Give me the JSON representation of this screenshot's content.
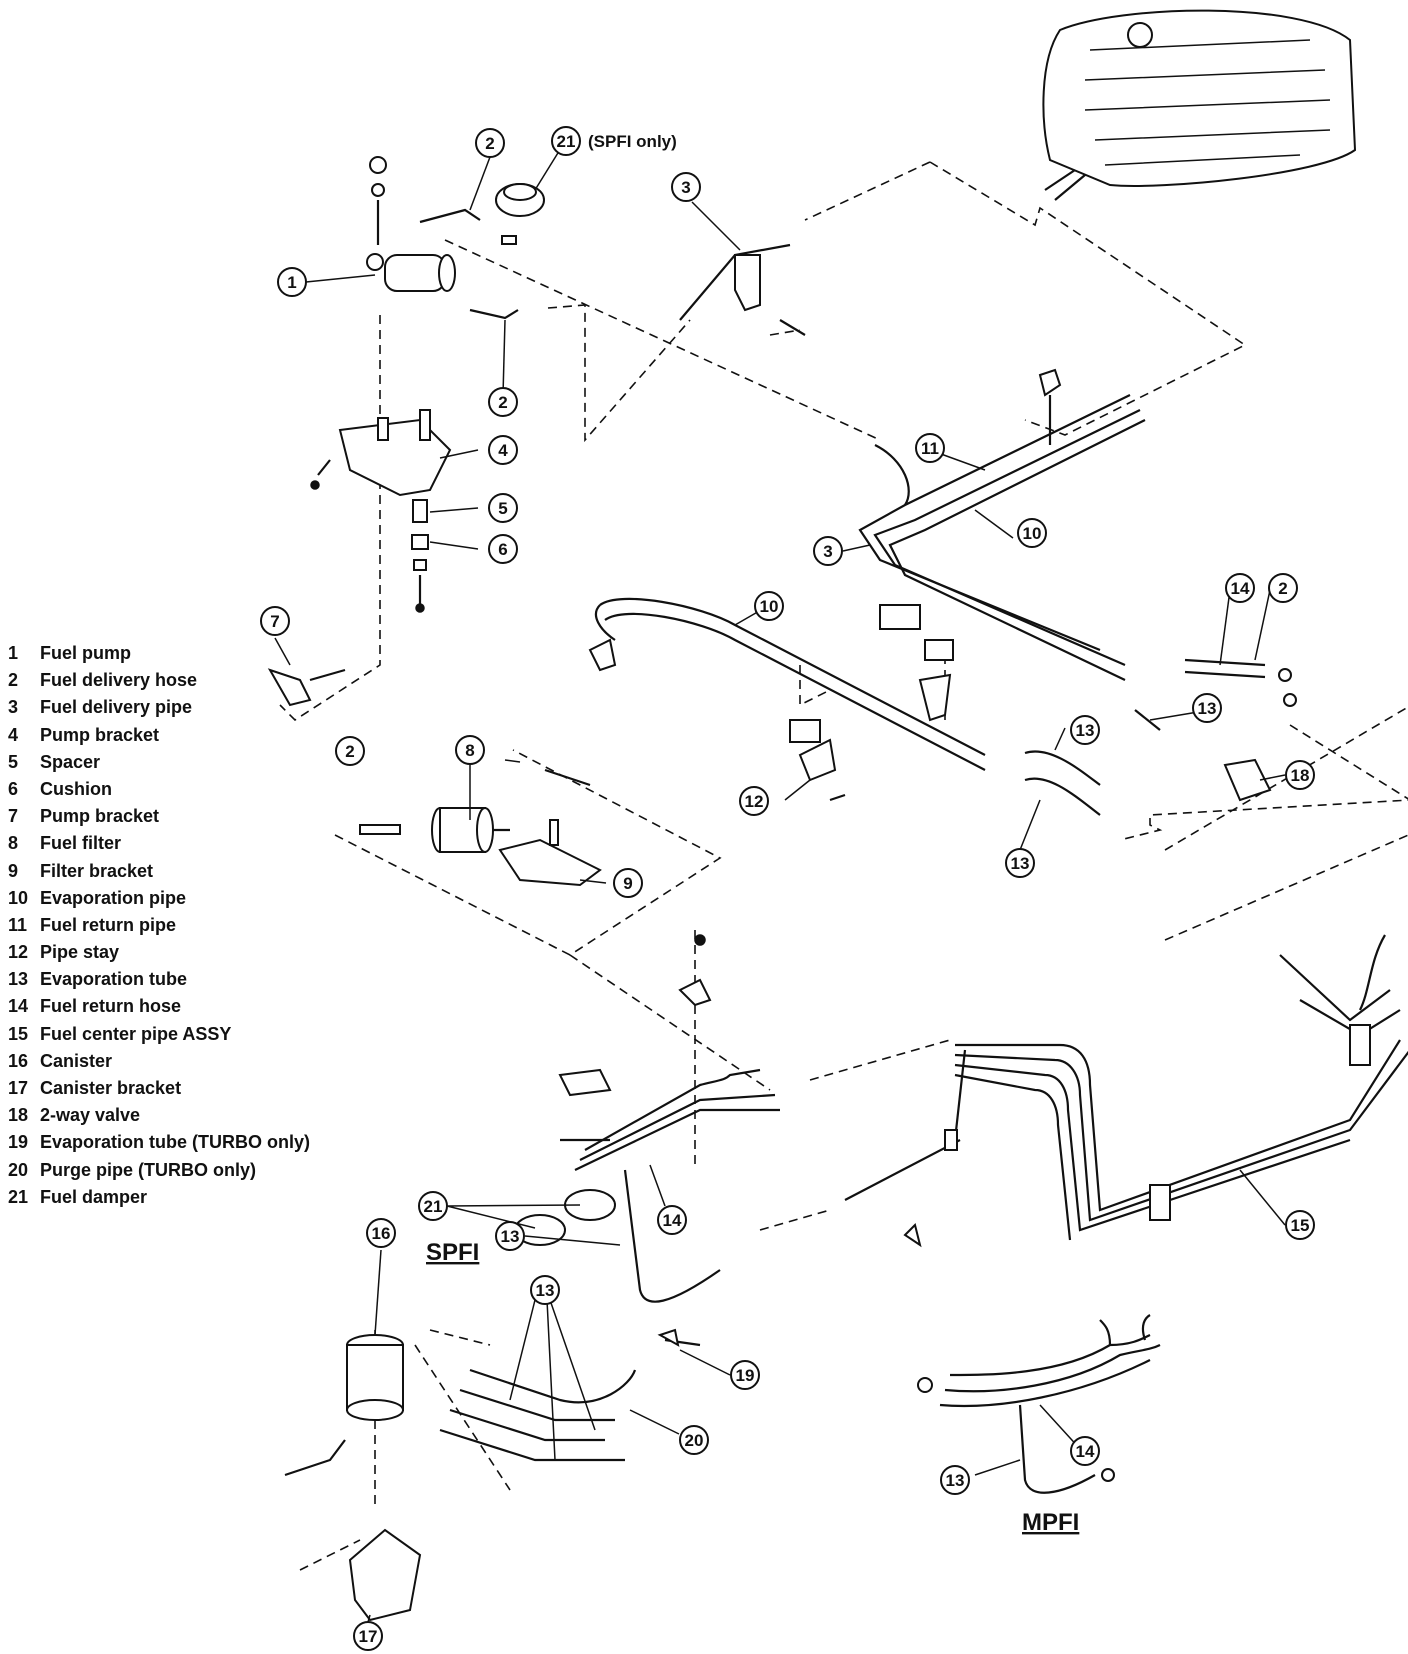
{
  "legend": [
    {
      "num": "1",
      "label": "Fuel pump"
    },
    {
      "num": "2",
      "label": "Fuel delivery hose"
    },
    {
      "num": "3",
      "label": "Fuel delivery pipe"
    },
    {
      "num": "4",
      "label": "Pump bracket"
    },
    {
      "num": "5",
      "label": "Spacer"
    },
    {
      "num": "6",
      "label": "Cushion"
    },
    {
      "num": "7",
      "label": "Pump bracket"
    },
    {
      "num": "8",
      "label": "Fuel filter"
    },
    {
      "num": "9",
      "label": "Filter bracket"
    },
    {
      "num": "10",
      "label": "Evaporation pipe"
    },
    {
      "num": "11",
      "label": "Fuel return pipe"
    },
    {
      "num": "12",
      "label": "Pipe stay"
    },
    {
      "num": "13",
      "label": "Evaporation tube"
    },
    {
      "num": "14",
      "label": "Fuel return hose"
    },
    {
      "num": "15",
      "label": "Fuel center pipe ASSY"
    },
    {
      "num": "16",
      "label": "Canister"
    },
    {
      "num": "17",
      "label": "Canister bracket"
    },
    {
      "num": "18",
      "label": "2-way valve"
    },
    {
      "num": "19",
      "label": "Evaporation tube (TURBO only)"
    },
    {
      "num": "20",
      "label": "Purge pipe (TURBO only)"
    },
    {
      "num": "21",
      "label": "Fuel damper"
    }
  ],
  "callouts": {
    "c1": "1",
    "c2a": "2",
    "c2b": "2",
    "c2c": "2",
    "c2d": "2",
    "c3a": "3",
    "c3b": "3",
    "c4": "4",
    "c5": "5",
    "c6": "6",
    "c7": "7",
    "c8": "8",
    "c9": "9",
    "c10a": "10",
    "c10b": "10",
    "c11": "11",
    "c12": "12",
    "c13a": "13",
    "c13b": "13",
    "c13c": "13",
    "c13d": "13",
    "c13e": "13",
    "c13f": "13",
    "c14a": "14",
    "c14b": "14",
    "c14c": "14",
    "c15": "15",
    "c16": "16",
    "c17": "17",
    "c18": "18",
    "c19": "19",
    "c20": "20",
    "c21a": "21",
    "c21b": "21"
  },
  "notes": {
    "spfi_only": "(SPFI only)",
    "spfi": "SPFI",
    "mpfi": "MPFI"
  }
}
